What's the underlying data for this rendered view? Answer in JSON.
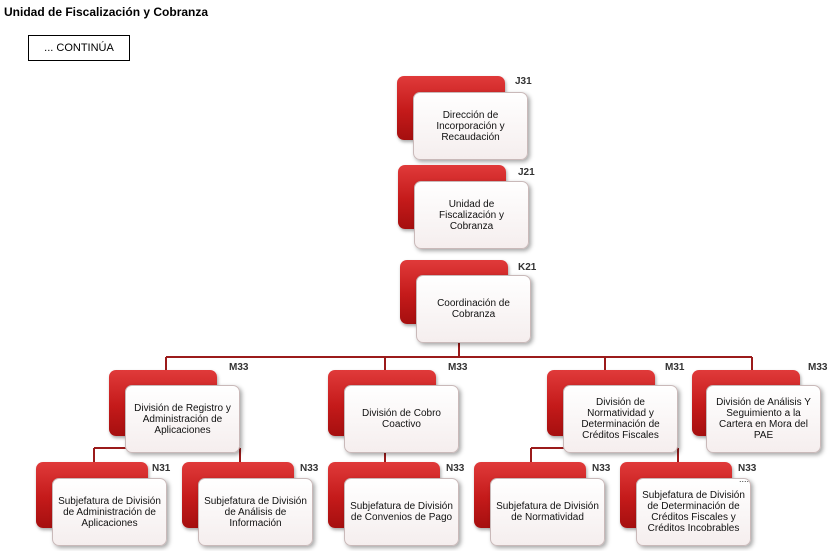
{
  "page_title": "Unidad de Fiscalización y Cobranza",
  "continua_label": "... CONTINÚA",
  "ellipsis_text": "....",
  "colors": {
    "node_red": "#c41a1a",
    "connector": "#9b1b1b",
    "card_bg": "#f7f1f1"
  },
  "nodes": {
    "j31": {
      "code": "J31",
      "label": "Dirección de Incorporación y Recaudación"
    },
    "j21": {
      "code": "J21",
      "label": "Unidad de Fiscalización y Cobranza"
    },
    "k21": {
      "code": "K21",
      "label": "Coordinación de Cobranza"
    },
    "m33a": {
      "code": "M33",
      "label": "División de Registro y Administración de Aplicaciones"
    },
    "m33b": {
      "code": "M33",
      "label": "División de Cobro Coactivo"
    },
    "m31": {
      "code": "M31",
      "label": "División de Normatividad y Determinación de Créditos Fiscales"
    },
    "m33c": {
      "code": "M33",
      "label": "División de Análisis Y Seguimiento a la Cartera en Mora del PAE"
    },
    "n31": {
      "code": "N31",
      "label": "Subjefatura de División de Administración de Aplicaciones"
    },
    "n33a": {
      "code": "N33",
      "label": "Subjefatura de División de Análisis de Información"
    },
    "n33b": {
      "code": "N33",
      "label": "Subjefatura de División de Convenios de Pago"
    },
    "n33c": {
      "code": "N33",
      "label": "Subjefatura de División de Normatividad"
    },
    "n33d": {
      "code": "N33",
      "label": "Subjefatura de División de Determinación de Créditos Fiscales y Créditos Incobrables"
    }
  }
}
